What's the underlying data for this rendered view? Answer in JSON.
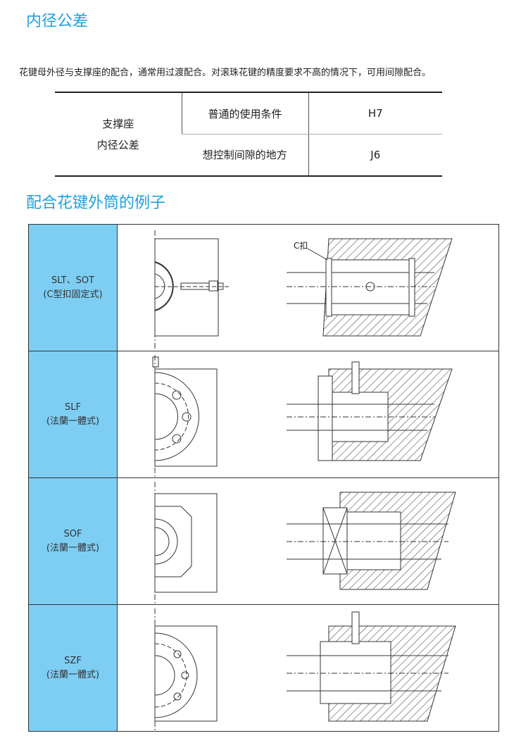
{
  "section1": {
    "title": "内径公差",
    "intro": "花键母外径与支撑座的配合，通常用过渡配合。对滚珠花键的精度要求不高的情况下，可用间隙配合。"
  },
  "table": {
    "header_line1": "支撑座",
    "header_line2": "内径公差",
    "rows": [
      {
        "condition": "普通的使用条件",
        "value": "H7"
      },
      {
        "condition": "想控制间隙的地方",
        "value": "J6"
      }
    ]
  },
  "section2": {
    "title": "配合花键外筒的例子"
  },
  "examples": [
    {
      "model": "SLT、SOT",
      "type": "(C型扣固定式)",
      "callout": "C扣"
    },
    {
      "model": "SLF",
      "type": "(法蘭一體式)"
    },
    {
      "model": "SOF",
      "type": "(法蘭一體式)"
    },
    {
      "model": "SZF",
      "type": "(法蘭一體式)"
    }
  ]
}
